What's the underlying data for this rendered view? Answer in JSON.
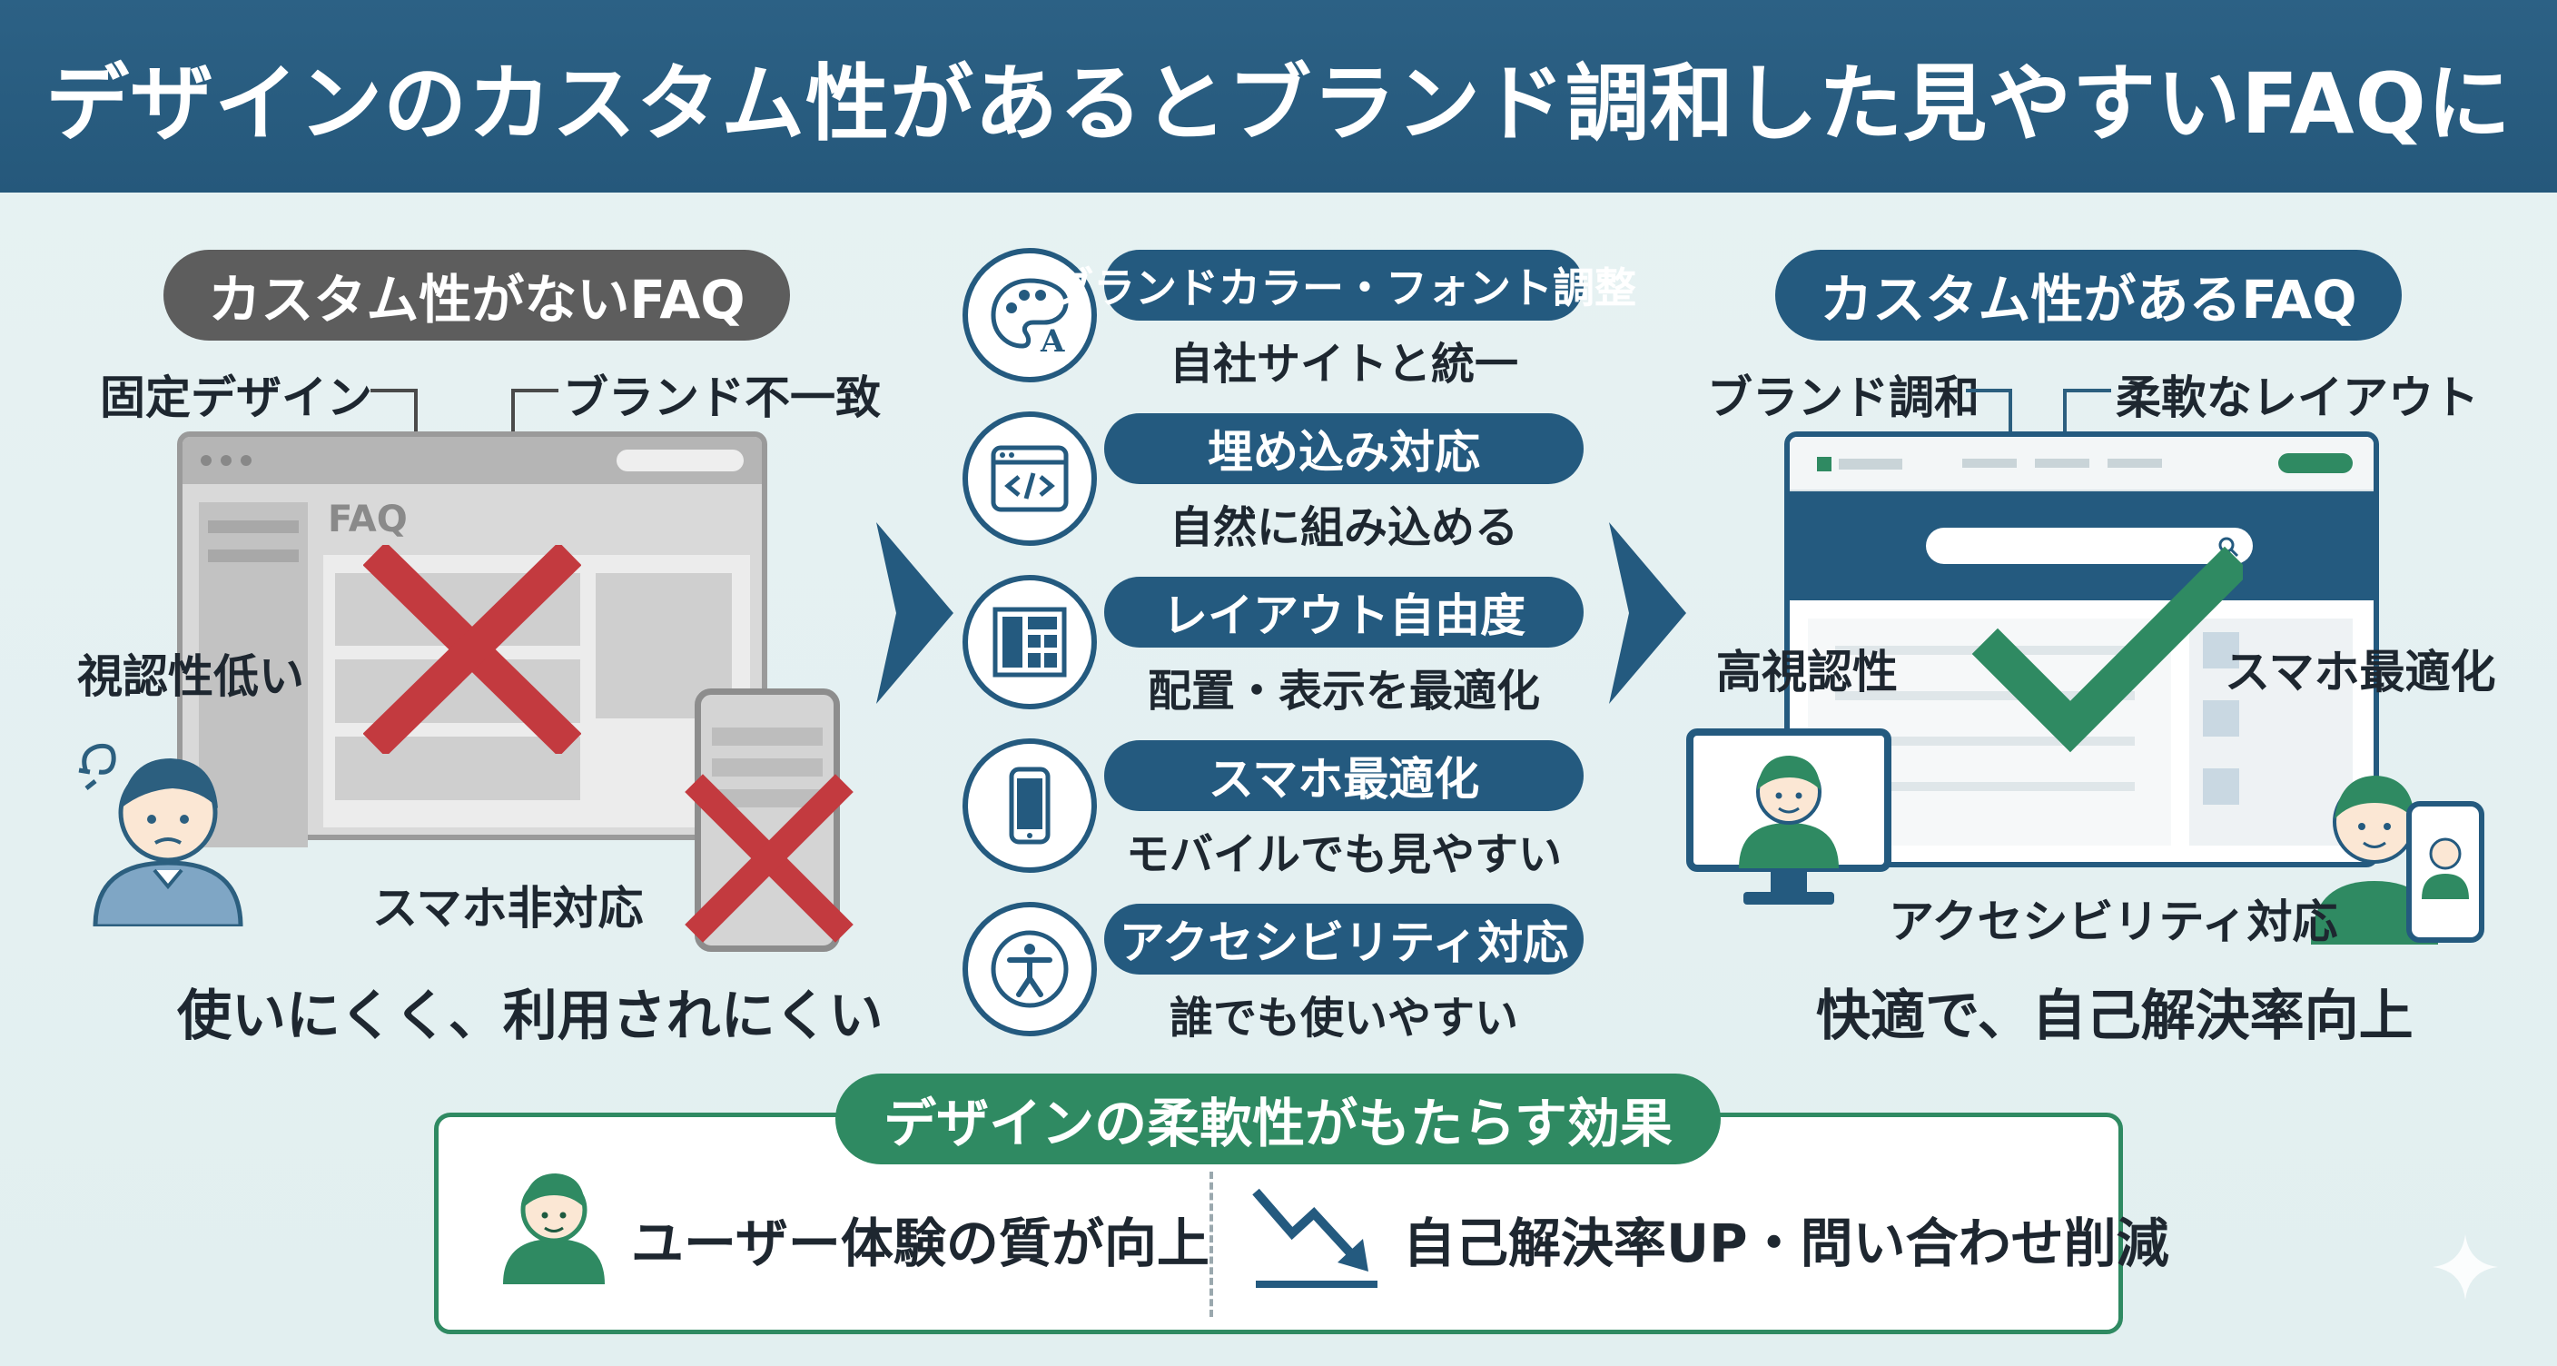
{
  "header": {
    "title": "デザインのカスタム性があるとブランド調和した見やすいFAQに"
  },
  "left": {
    "pill": "カスタム性がないFAQ",
    "callouts": {
      "fixed_design": "固定デザイン",
      "brand_mismatch": "ブランド不一致",
      "low_visibility": "視認性低い",
      "no_mobile": "スマホ非対応"
    },
    "mock_faq_label": "FAQ",
    "conclusion": "使いにくく、利用されにくい"
  },
  "features": [
    {
      "title": "ブランドカラー・フォント調整",
      "sub": "自社サイトと統一",
      "icon": "palette-icon"
    },
    {
      "title": "埋め込み対応",
      "sub": "自然に組み込める",
      "icon": "code-window-icon"
    },
    {
      "title": "レイアウト自由度",
      "sub": "配置・表示を最適化",
      "icon": "layout-icon"
    },
    {
      "title": "スマホ最適化",
      "sub": "モバイルでも見やすい",
      "icon": "smartphone-icon"
    },
    {
      "title": "アクセシビリティ対応",
      "sub": "誰でも使いやすい",
      "icon": "accessibility-icon"
    }
  ],
  "right": {
    "pill": "カスタム性があるFAQ",
    "callouts": {
      "brand_harmony": "ブランド調和",
      "flexible_layout": "柔軟なレイアウト",
      "high_visibility": "高視認性",
      "mobile": "スマホ最適化",
      "accessibility": "アクセシビリティ対応"
    },
    "conclusion": "快適で、自己解決率向上"
  },
  "bottom": {
    "pill": "デザインの柔軟性がもたらす効果",
    "effect1": "ユーザー体験の質が向上",
    "effect2": "自己解決率UP・問い合わせ削減"
  },
  "colors": {
    "header": "#25587b",
    "accent_blue": "#245a7f",
    "accent_green": "#2f8a62",
    "cross_red": "#c33a3f",
    "grey_pill": "#5d5d5d"
  }
}
